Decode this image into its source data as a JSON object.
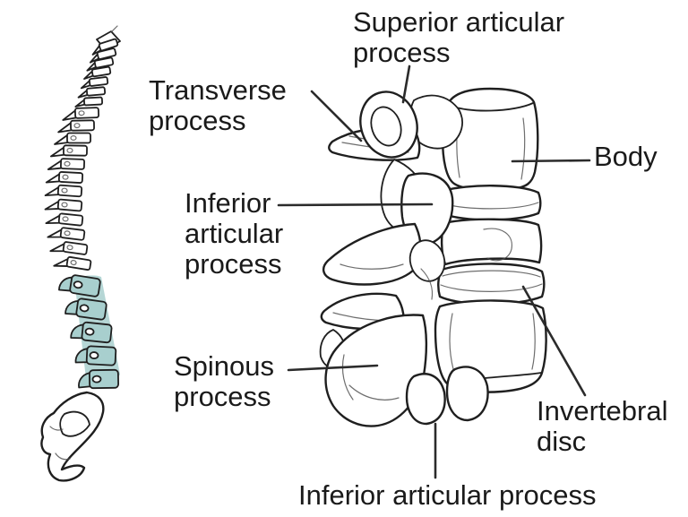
{
  "labels": {
    "superior_articular": "Superior articular\nprocess",
    "transverse": "Transverse\nprocess",
    "body": "Body",
    "inferior_articular": "Inferior\narticular\nprocess",
    "spinous": "Spinous\nprocess",
    "invertebral_disc": "Invertebral\ndisc",
    "inferior_articular_bottom": "Inferior articular process"
  },
  "illustrations": {
    "left": "spine-lateral-view-illustration",
    "left_highlight": "lumbar-region-highlight",
    "main": "lumbar-vertebrae-segment-illustration"
  },
  "colors": {
    "background": "#ffffff",
    "outline": "#1f1f1f",
    "highlight": "#a8cfce",
    "label_text": "#1a1a1a",
    "leader": "#2b2b2b"
  }
}
